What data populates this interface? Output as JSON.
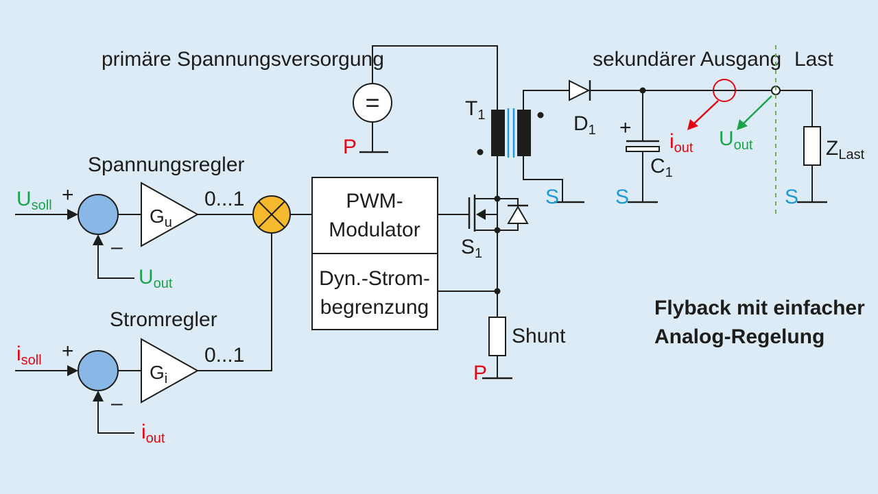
{
  "labels": {
    "primary_supply": "primäre Spannungsversorgung",
    "secondary_output": "sekundärer Ausgang",
    "load": "Last",
    "voltage_controller": "Spannungsregler",
    "current_controller": "Stromregler",
    "pwm_line1": "PWM-",
    "pwm_line2": "Modulator",
    "limit_line1": "Dyn.-Strom-",
    "limit_line2": "begrenzung",
    "shunt": "Shunt",
    "title_line1": "Flyback mit einfacher",
    "title_line2": "Analog-Regelung",
    "range_u": "0...1",
    "range_i": "0...1",
    "plus": "+",
    "minus": "–",
    "cap_plus": "+"
  },
  "symbols": {
    "u_soll": {
      "main": "U",
      "sub": "soll"
    },
    "i_soll": {
      "main": "i",
      "sub": "soll"
    },
    "u_out_fb": {
      "main": "U",
      "sub": "out"
    },
    "i_out_fb": {
      "main": "i",
      "sub": "out"
    },
    "i_out_meas": {
      "main": "i",
      "sub": "out"
    },
    "u_out_meas": {
      "main": "U",
      "sub": "out"
    },
    "g_u": {
      "main": "G",
      "sub": "u"
    },
    "g_i": {
      "main": "G",
      "sub": "i"
    },
    "t1": {
      "main": "T",
      "sub": "1"
    },
    "d1": {
      "main": "D",
      "sub": "1"
    },
    "c1": {
      "main": "C",
      "sub": "1"
    },
    "s1": {
      "main": "S",
      "sub": "1"
    },
    "z_last": {
      "main": "Z",
      "sub": "Last"
    },
    "eq": "="
  },
  "grounds": {
    "p_primary": "P",
    "p_shunt": "P",
    "s_transformer": "S",
    "s_cap": "S",
    "s_load": "S"
  },
  "colors": {
    "background": "#dcebf6",
    "summer": "#8ab8e6",
    "multiplier": "#f5b92e",
    "setpoint_green": "#1aa34a",
    "current_red": "#e30613",
    "ground_blue": "#1d9ad6",
    "transformer_core": "#1d9ad6"
  }
}
